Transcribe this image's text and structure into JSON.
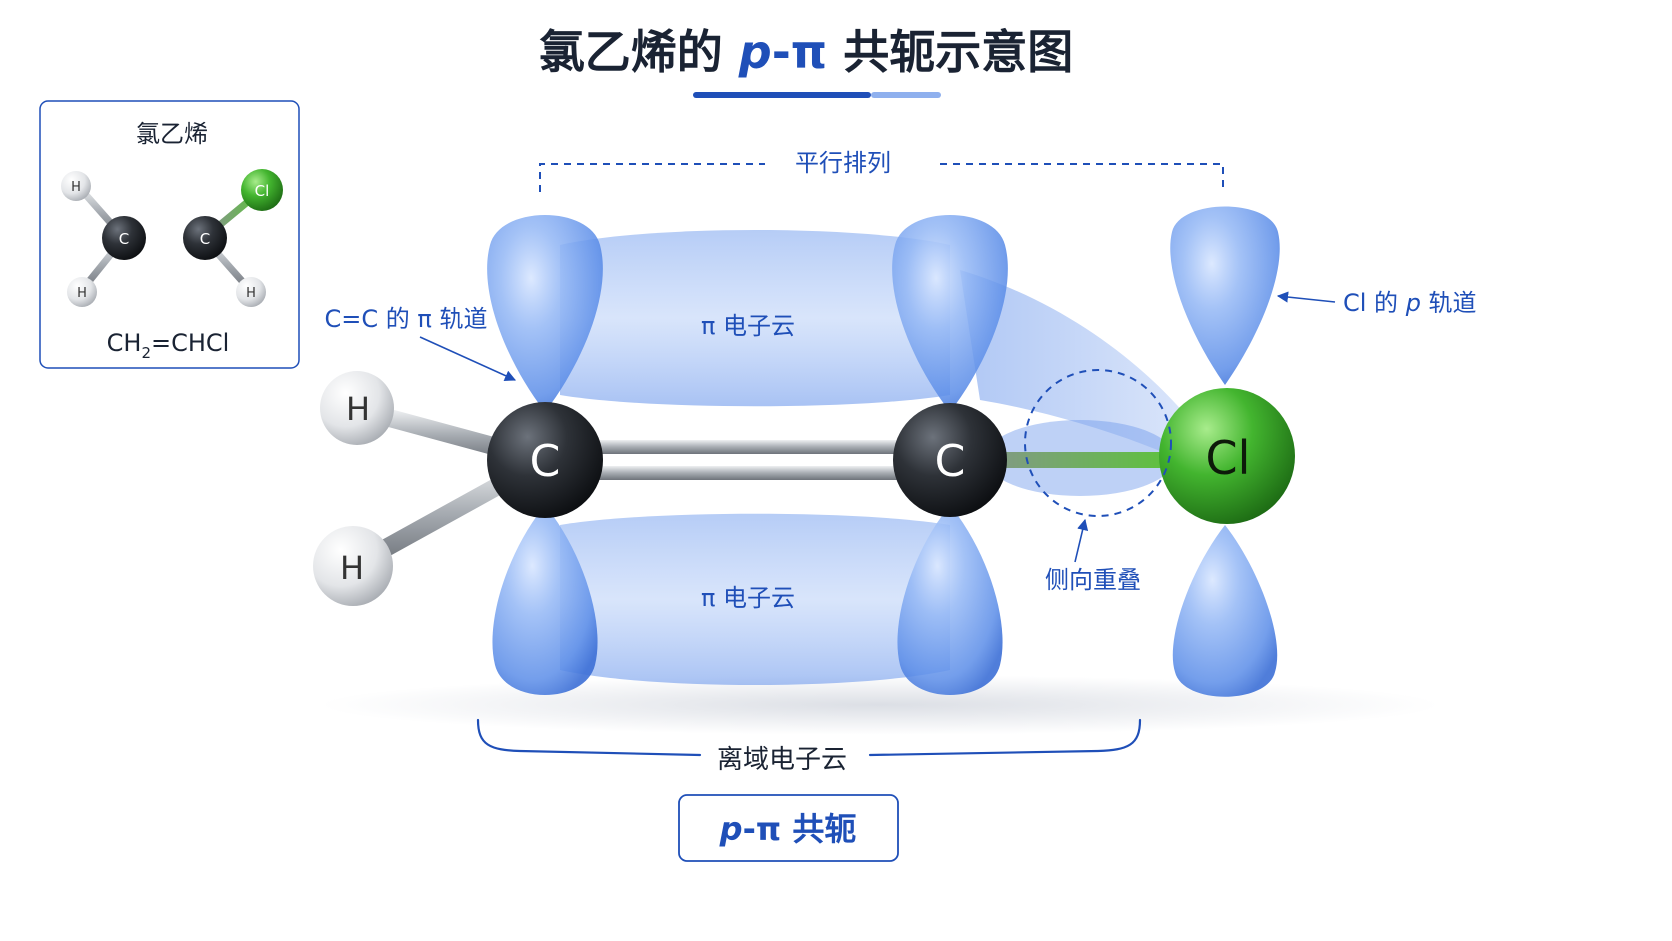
{
  "title": {
    "prefix": "氯乙烯的 ",
    "italic": "p",
    "dash_pi": "-π",
    "suffix": " 共轭示意图"
  },
  "inset": {
    "heading": "氯乙烯",
    "formula_pre": "CH",
    "formula_sub": "2",
    "formula_post": "=CHCl",
    "atoms": {
      "h": "H",
      "c": "C",
      "cl": "Cl"
    }
  },
  "labels": {
    "parallel": "平行排列",
    "cc_pi_orbital": "C=C 的 π 轨道",
    "cl_p_orbital_pre": "Cl 的 ",
    "cl_p_orbital_p": "p",
    "cl_p_orbital_post": " 轨道",
    "pi_cloud": "π 电子云",
    "side_overlap": "侧向重叠",
    "delocalized_cloud": "离域电子云"
  },
  "atoms": {
    "h": "H",
    "c": "C",
    "cl": "Cl"
  },
  "result_box": {
    "p": "p",
    "rest": "-π 共轭"
  },
  "colors": {
    "accent": "#1f4fb8",
    "navy": "#1a2333",
    "lobe": "#5b8de8",
    "chlorine": "#3aa52b",
    "carbon": "#262a2f"
  }
}
